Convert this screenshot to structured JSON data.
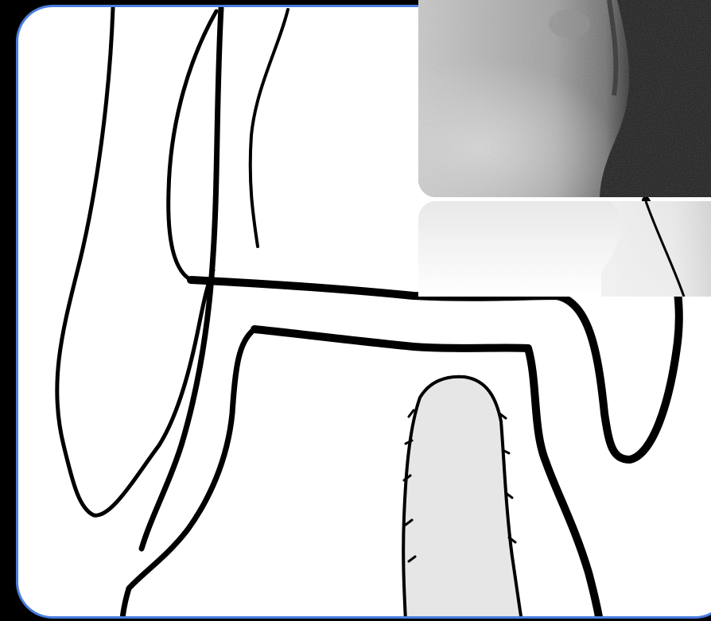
{
  "viewer": {
    "frame_accent": "#4a7ee0",
    "background": "#000000",
    "canvas_background": "#ffffff",
    "line_color": "#000000",
    "fill_color": "#e6e6e6"
  },
  "figure": {
    "drawing": "line-tracing",
    "thumbnail": "radiograph-thumbnail",
    "overlay": "radiograph-overlay-faded"
  }
}
